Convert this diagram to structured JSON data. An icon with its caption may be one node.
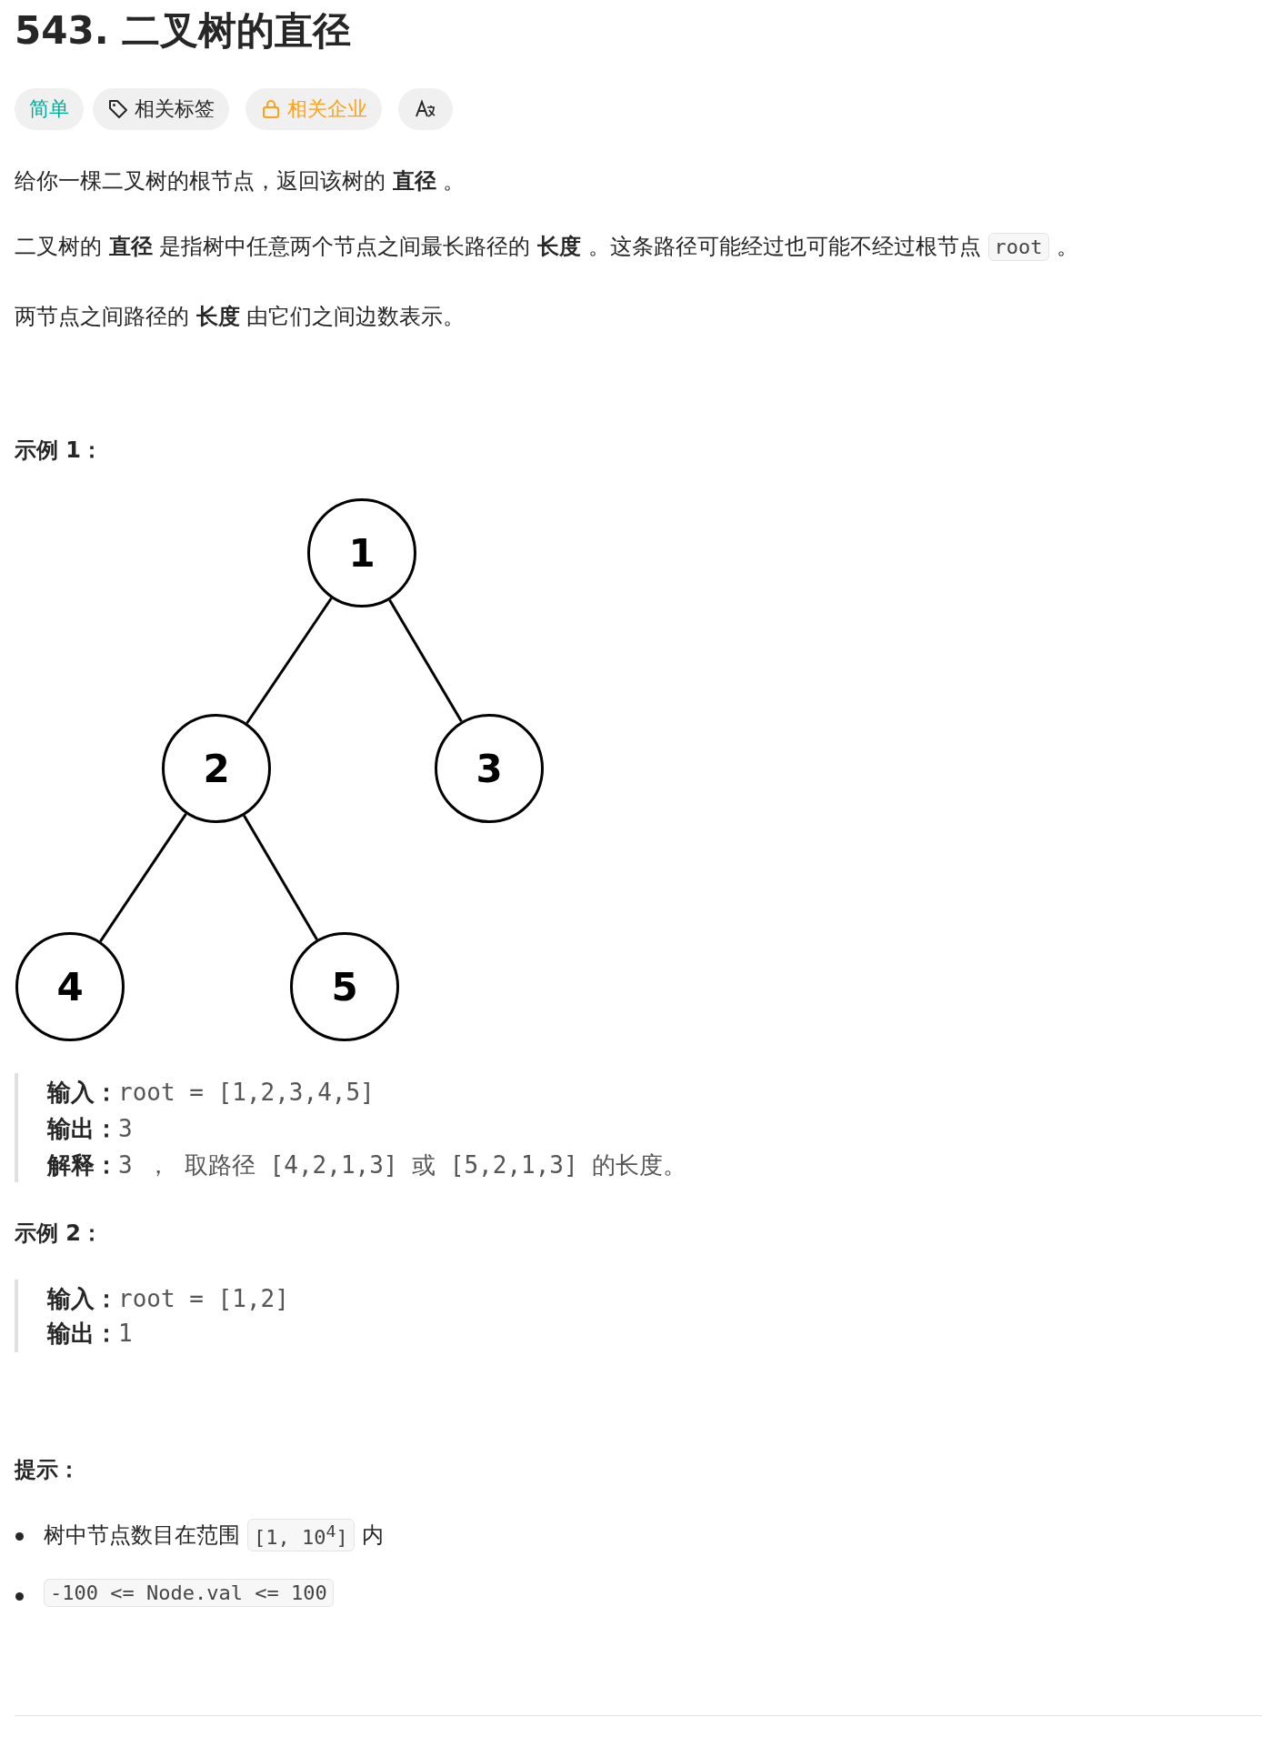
{
  "diagram": {
    "title": "543. 二叉树的直径",
    "nodes": [
      {
        "text": [
          "1"
        ]
      },
      {
        "text": [
          "2"
        ]
      },
      {
        "text": [
          "3"
        ]
      },
      {
        "text": [
          "4"
        ]
      },
      {
        "text": [
          "5"
        ]
      }
    ],
    "edges": [
      {
        "from": 0,
        "to": 1,
        "arrow": "none"
      },
      {
        "from": 0,
        "to": 2,
        "arrow": "none"
      },
      {
        "from": 1,
        "to": 3,
        "arrow": "none"
      },
      {
        "from": 1,
        "to": 4,
        "arrow": "none"
      }
    ],
    "labels": [
      "简单",
      "相关标签",
      "相关企业",
      "给你一棵二叉树的根节点，返回该树的 **直径** 。",
      "二叉树的 **直径** 是指树中任意两个节点之间最长路径的 **长度** 。这条路径可能经过也可能不经过根节点",
      "root",
      "。",
      "两节点之间路径的 **长度** 由它们之间边数表示。",
      "示例 1：",
      "**输入：**root = [1,2,3,4,5]",
      "**输出：**3",
      "**解释：**3 ， 取路径 [4,2,1,3] 或 [5,2,1,3] 的长度。",
      "示例 2：",
      "**输入：**root = [1,2]",
      "**输出：**1",
      "提示：",
      "树中节点数目在范围",
      "[1, 10$^{4}$]",
      "内",
      "-100 <= Node.val <= 100"
    ]
  }
}
